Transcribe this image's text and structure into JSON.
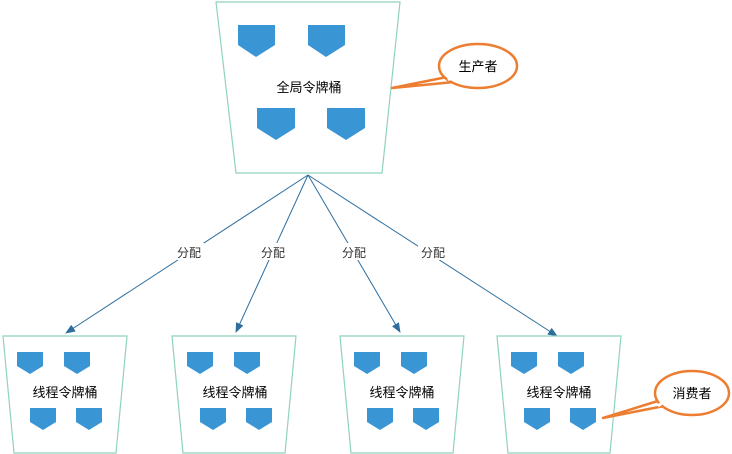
{
  "diagram": {
    "global_bucket": {
      "label": "全局令牌桶"
    },
    "producer": {
      "label": "生产者"
    },
    "consumer": {
      "label": "消费者"
    },
    "thread_buckets": [
      {
        "label": "线程令牌桶"
      },
      {
        "label": "线程令牌桶"
      },
      {
        "label": "线程令牌桶"
      },
      {
        "label": "线程令牌桶"
      }
    ],
    "edges": [
      {
        "label": "分配"
      },
      {
        "label": "分配"
      },
      {
        "label": "分配"
      },
      {
        "label": "分配"
      }
    ]
  },
  "colors": {
    "bucket_stroke": "#8fd3bc",
    "token_fill": "#3a95d5",
    "arrow": "#2d6e9e",
    "callout_stroke": "#ed7d31"
  }
}
